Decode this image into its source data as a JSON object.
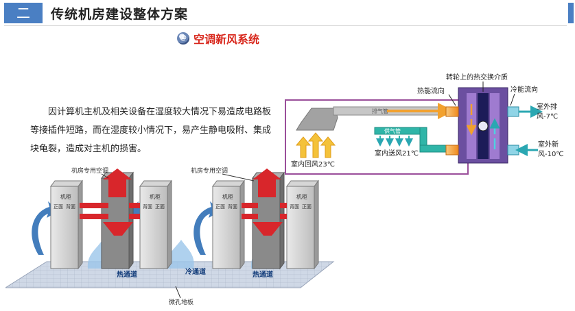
{
  "header": {
    "number": "二",
    "title": "传统机房建设整体方案"
  },
  "subtitle": "空调新风系统",
  "body_text": "因计算机主机及相关设备在湿度较大情况下易造成电路板等接插件短路，而在湿度较小情况下，易产生静电吸附、集成块龟裂，造成对主机的损害。",
  "ventilation_diagram": {
    "rotor_label": "转轮上的热交换介质",
    "heat_flow": "热能流向",
    "cold_flow": "冷能流向",
    "exhaust_duct": "排气管",
    "supply_duct": "供气管",
    "indoor_return": "室内回风23℃",
    "indoor_supply": "室内送风21℃",
    "outdoor_exhaust_line1": "室外排",
    "outdoor_exhaust_line2": "风-7℃",
    "outdoor_fresh_line1": "室外新",
    "outdoor_fresh_line2": "风-10℃"
  },
  "server_room": {
    "ac_unit_left": "机房专用空调",
    "ac_unit_right": "机房专用空调",
    "cabinet_label": "机柜",
    "front_label": "正面",
    "back_label": "背面",
    "hot_aisle": "热通道",
    "cold_aisle": "冷通道",
    "floor_label": "微孔地板"
  },
  "colors": {
    "accent": "#4a7fc3",
    "subtitle_red": "#d8261b",
    "hot_air": "#d8262b",
    "cold_air": "#2f6fb5",
    "frame_purple": "#9a4e9a"
  }
}
